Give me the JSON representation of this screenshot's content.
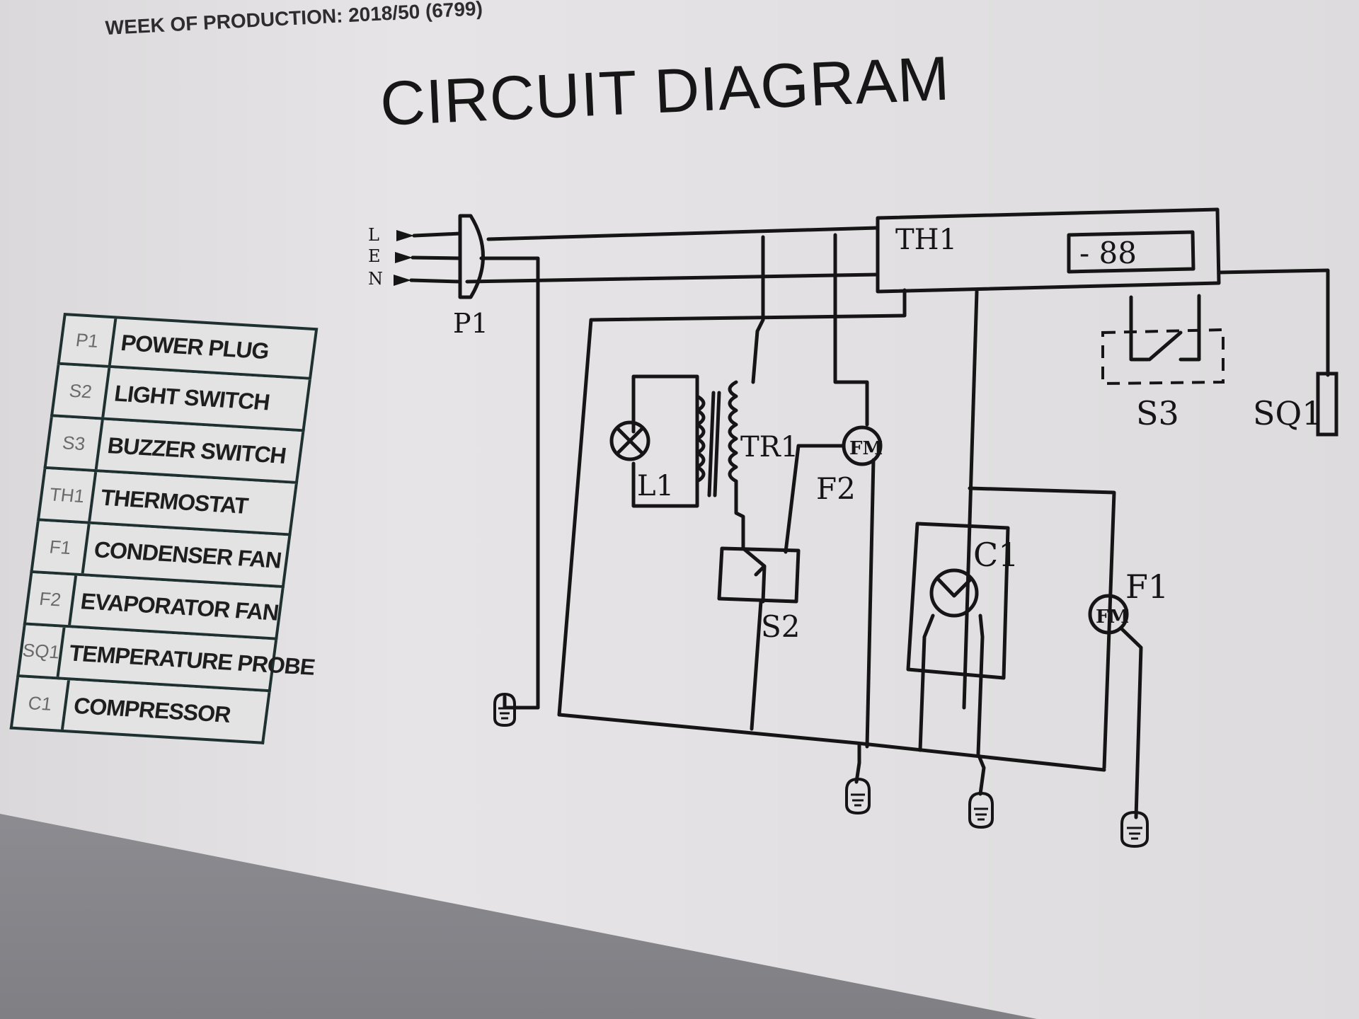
{
  "production": {
    "text": "WEEK OF PRODUCTION: 2018/50 (6799)"
  },
  "title": "CIRCUIT DIAGRAM",
  "legend": [
    {
      "code": "P1",
      "name": "POWER PLUG"
    },
    {
      "code": "S2",
      "name": "LIGHT SWITCH"
    },
    {
      "code": "S3",
      "name": "BUZZER SWITCH"
    },
    {
      "code": "TH1",
      "name": "THERMOSTAT"
    },
    {
      "code": "F1",
      "name": "CONDENSER FAN"
    },
    {
      "code": "F2",
      "name": "EVAPORATOR FAN"
    },
    {
      "code": "SQ1",
      "name": "TEMPERATURE PROBE"
    },
    {
      "code": "C1",
      "name": "COMPRESSOR"
    }
  ],
  "diagram": {
    "terminals": {
      "L": "L",
      "E": "E",
      "N": "N"
    },
    "labels": {
      "p1": "P1",
      "th1": "TH1",
      "display": "- 88",
      "s3": "S3",
      "sq1": "SQ1",
      "tr1": "TR1",
      "l1": "L1",
      "f2": "F2",
      "f2_motor": "FM",
      "s2": "S2",
      "c1": "C1",
      "f1": "F1",
      "f1_motor": "FM"
    }
  }
}
